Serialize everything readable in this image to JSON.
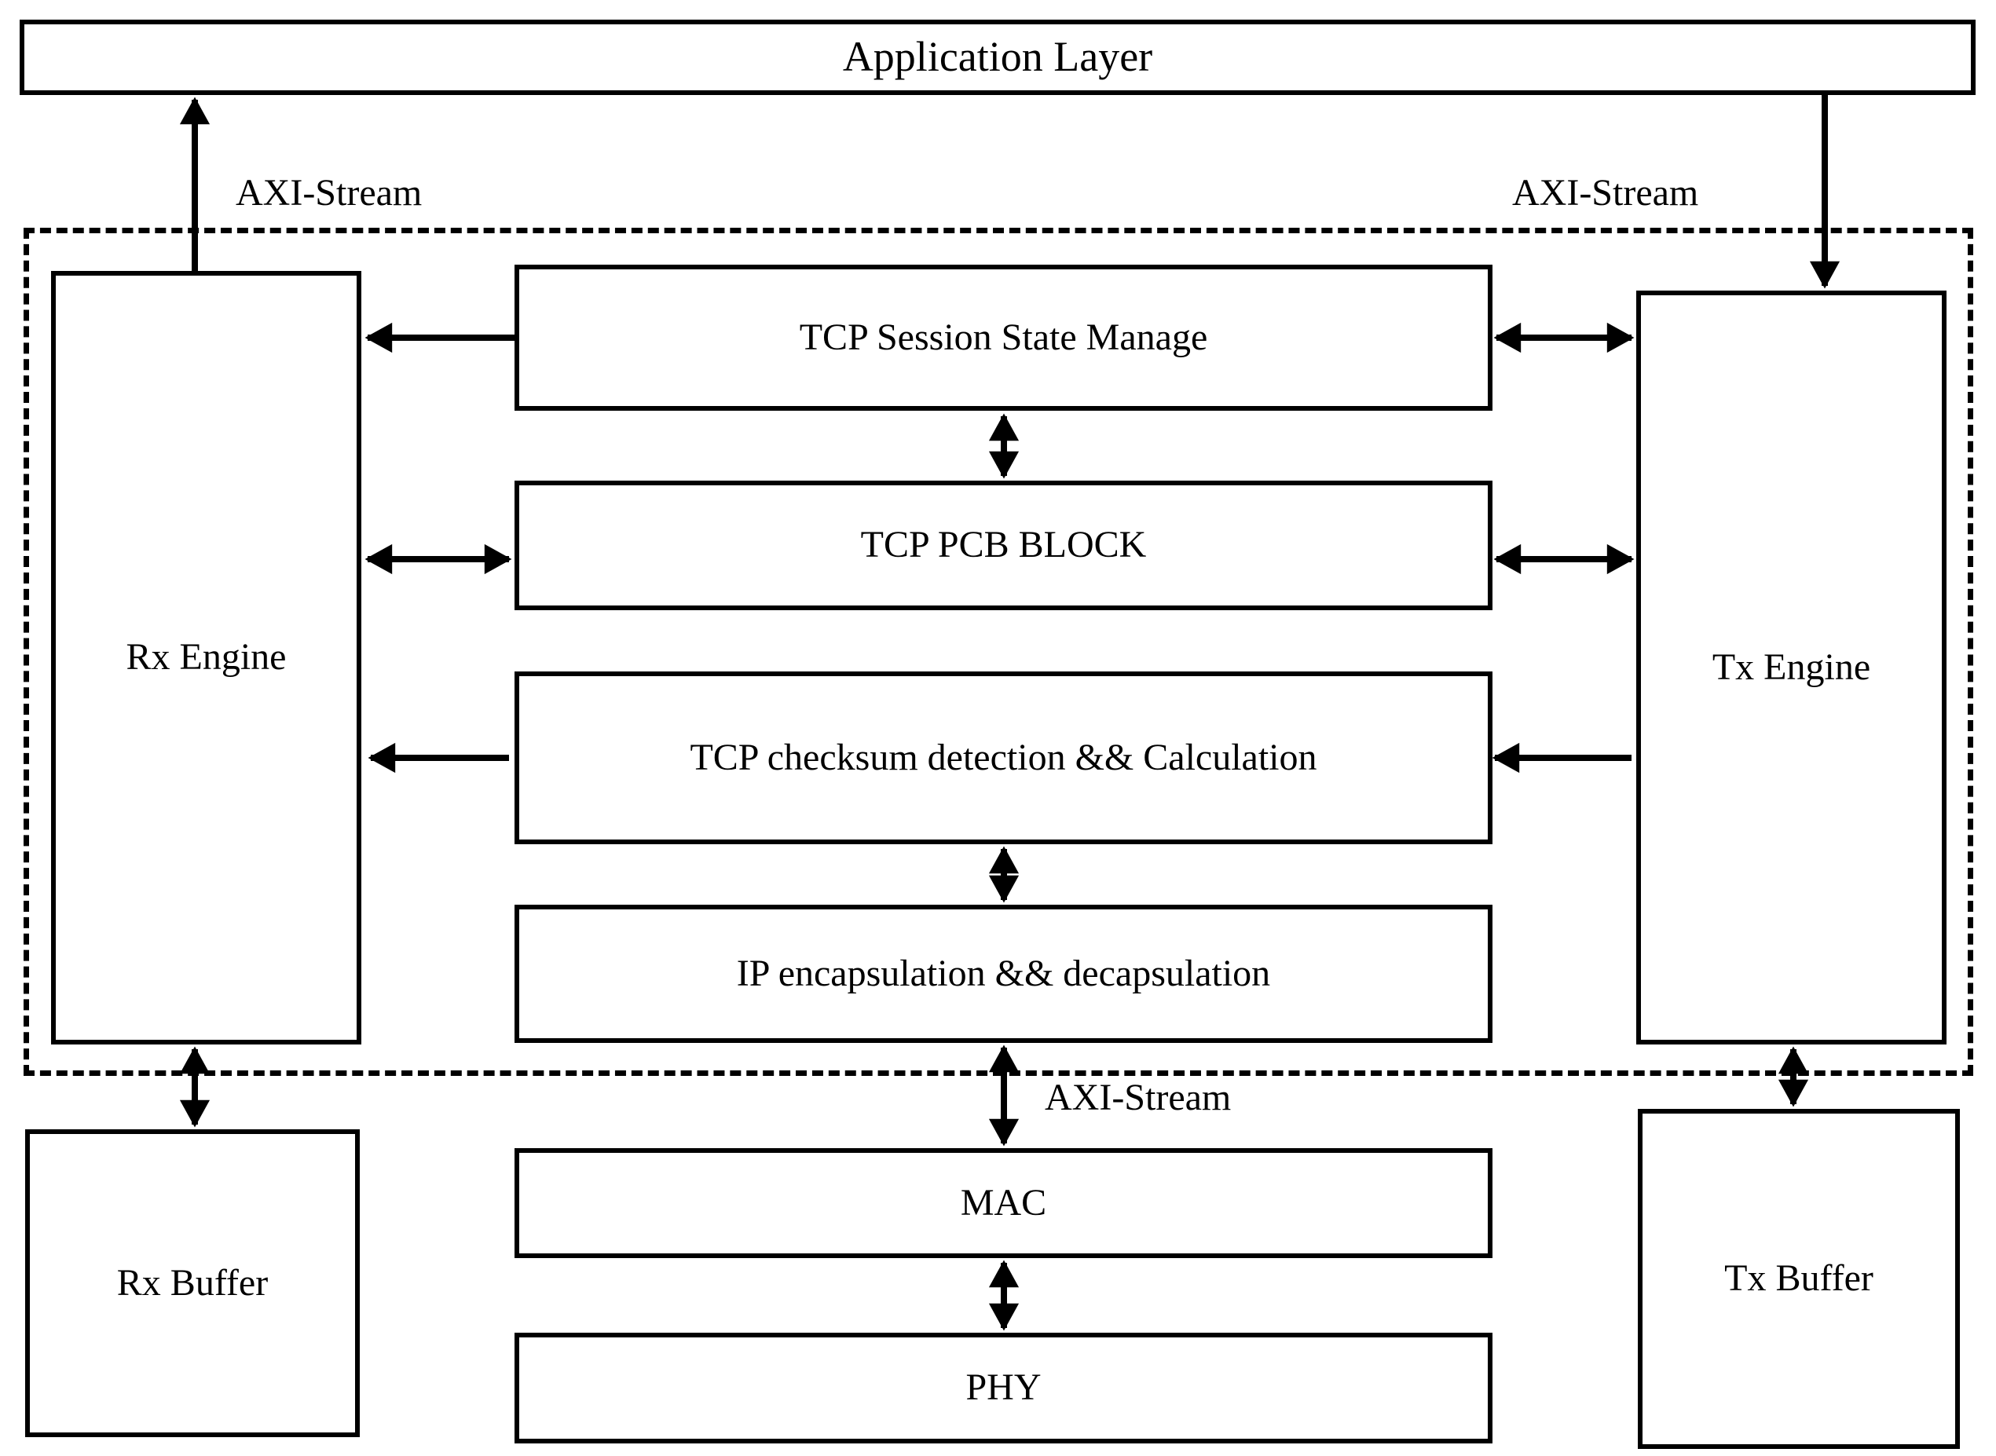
{
  "diagram": {
    "title_block": {
      "label": "Application Layer"
    },
    "boundary": {
      "style": "dashed",
      "meaning": "hardware-tcp-ip-stack-boundary"
    },
    "blocks": {
      "application_layer": "Application Layer",
      "rx_engine": "Rx Engine",
      "tx_engine": "Tx Engine",
      "tcp_session_state_manage": "TCP Session State Manage",
      "tcp_pcb_block": "TCP PCB BLOCK",
      "tcp_checksum": "TCP checksum detection && Calculation",
      "ip_encapsulation": "IP encapsulation && decapsulation",
      "rx_buffer": "Rx Buffer",
      "tx_buffer": "Tx Buffer",
      "mac": "MAC",
      "phy": "PHY"
    },
    "edge_labels": {
      "axi_stream_rx": "AXI-Stream",
      "axi_stream_tx": "AXI-Stream",
      "axi_stream_mac": "AXI-Stream"
    },
    "connections": [
      {
        "from": "rx_engine",
        "to": "application_layer",
        "label": "AXI-Stream",
        "direction": "up"
      },
      {
        "from": "application_layer",
        "to": "tx_engine",
        "label": "AXI-Stream",
        "direction": "down"
      },
      {
        "from": "rx_engine",
        "to": "tcp_session_state_manage",
        "direction": "both"
      },
      {
        "from": "tcp_session_state_manage",
        "to": "tx_engine",
        "direction": "both"
      },
      {
        "from": "rx_engine",
        "to": "tcp_pcb_block",
        "direction": "both"
      },
      {
        "from": "tcp_pcb_block",
        "to": "tx_engine",
        "direction": "both"
      },
      {
        "from": "tcp_session_state_manage",
        "to": "tcp_pcb_block",
        "direction": "both"
      },
      {
        "from": "tcp_checksum",
        "to": "rx_engine",
        "direction": "left"
      },
      {
        "from": "tx_engine",
        "to": "tcp_checksum",
        "direction": "left"
      },
      {
        "from": "tcp_checksum",
        "to": "ip_encapsulation",
        "direction": "both"
      },
      {
        "from": "rx_engine",
        "to": "rx_buffer",
        "direction": "both"
      },
      {
        "from": "tx_engine",
        "to": "tx_buffer",
        "direction": "both"
      },
      {
        "from": "ip_encapsulation",
        "to": "mac",
        "label": "AXI-Stream",
        "direction": "both"
      },
      {
        "from": "mac",
        "to": "phy",
        "direction": "both"
      }
    ],
    "colors": {
      "stroke": "#000000",
      "fill": "#ffffff"
    }
  }
}
